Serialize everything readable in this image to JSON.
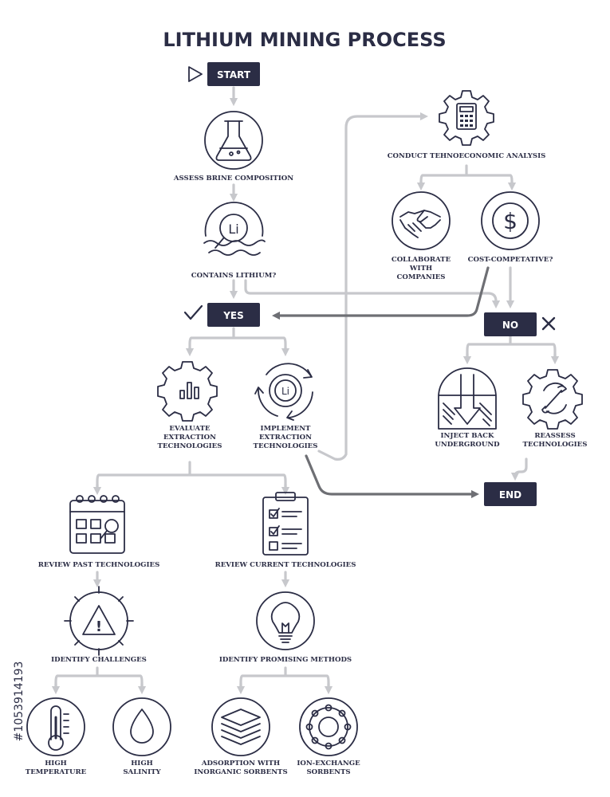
{
  "title": "LITHIUM MINING PROCESS",
  "boxes": {
    "start": "START",
    "yes": "YES",
    "no": "NO",
    "end": "END"
  },
  "steps": {
    "assess": "ASSESS BRINE COMPOSITION",
    "contains": "CONTAINS LITHIUM?",
    "conduct": "CONDUCT TEHNOECONOMIC ANALYSIS",
    "collaborate": [
      "COLLABORATE",
      "WITH",
      "COMPANIES"
    ],
    "cost": "COST-COMPETATIVE?",
    "evaluate": [
      "EVALUATE",
      "EXTRACTION",
      "TECHNOLOGIES"
    ],
    "implement": [
      "IMPLEMENT",
      "EXTRACTION",
      "TECHNOLOGIES"
    ],
    "inject": [
      "INJECT BACK",
      "UNDERGROUND"
    ],
    "reassess": [
      "REASSESS",
      "TECHNOLOGIES"
    ],
    "review_past": "REVIEW PAST TECHNOLOGIES",
    "review_current": "REVIEW CURRENT TECHNOLOGIES",
    "challenges": "IDENTIFY CHALLENGES",
    "promising": "IDENTIFY PROMISING METHODS",
    "high_temp": [
      "HIGH",
      "TEMPERATURE"
    ],
    "high_sal": [
      "HIGH",
      "SALINITY"
    ],
    "adsorption": [
      "ADSORPTION WITH",
      "INORGANIC SORBENTS"
    ],
    "ion_exchange": [
      "ION-EXCHANGE",
      "SORBENTS"
    ]
  },
  "icon_text": {
    "li": "Li",
    "dollar": "$",
    "exclaim": "!"
  },
  "watermark_id": "#1053914193",
  "colors": {
    "ink": "#2b2d45",
    "flow": "#c7c8cc",
    "flow_dark": "#6e6f74"
  }
}
